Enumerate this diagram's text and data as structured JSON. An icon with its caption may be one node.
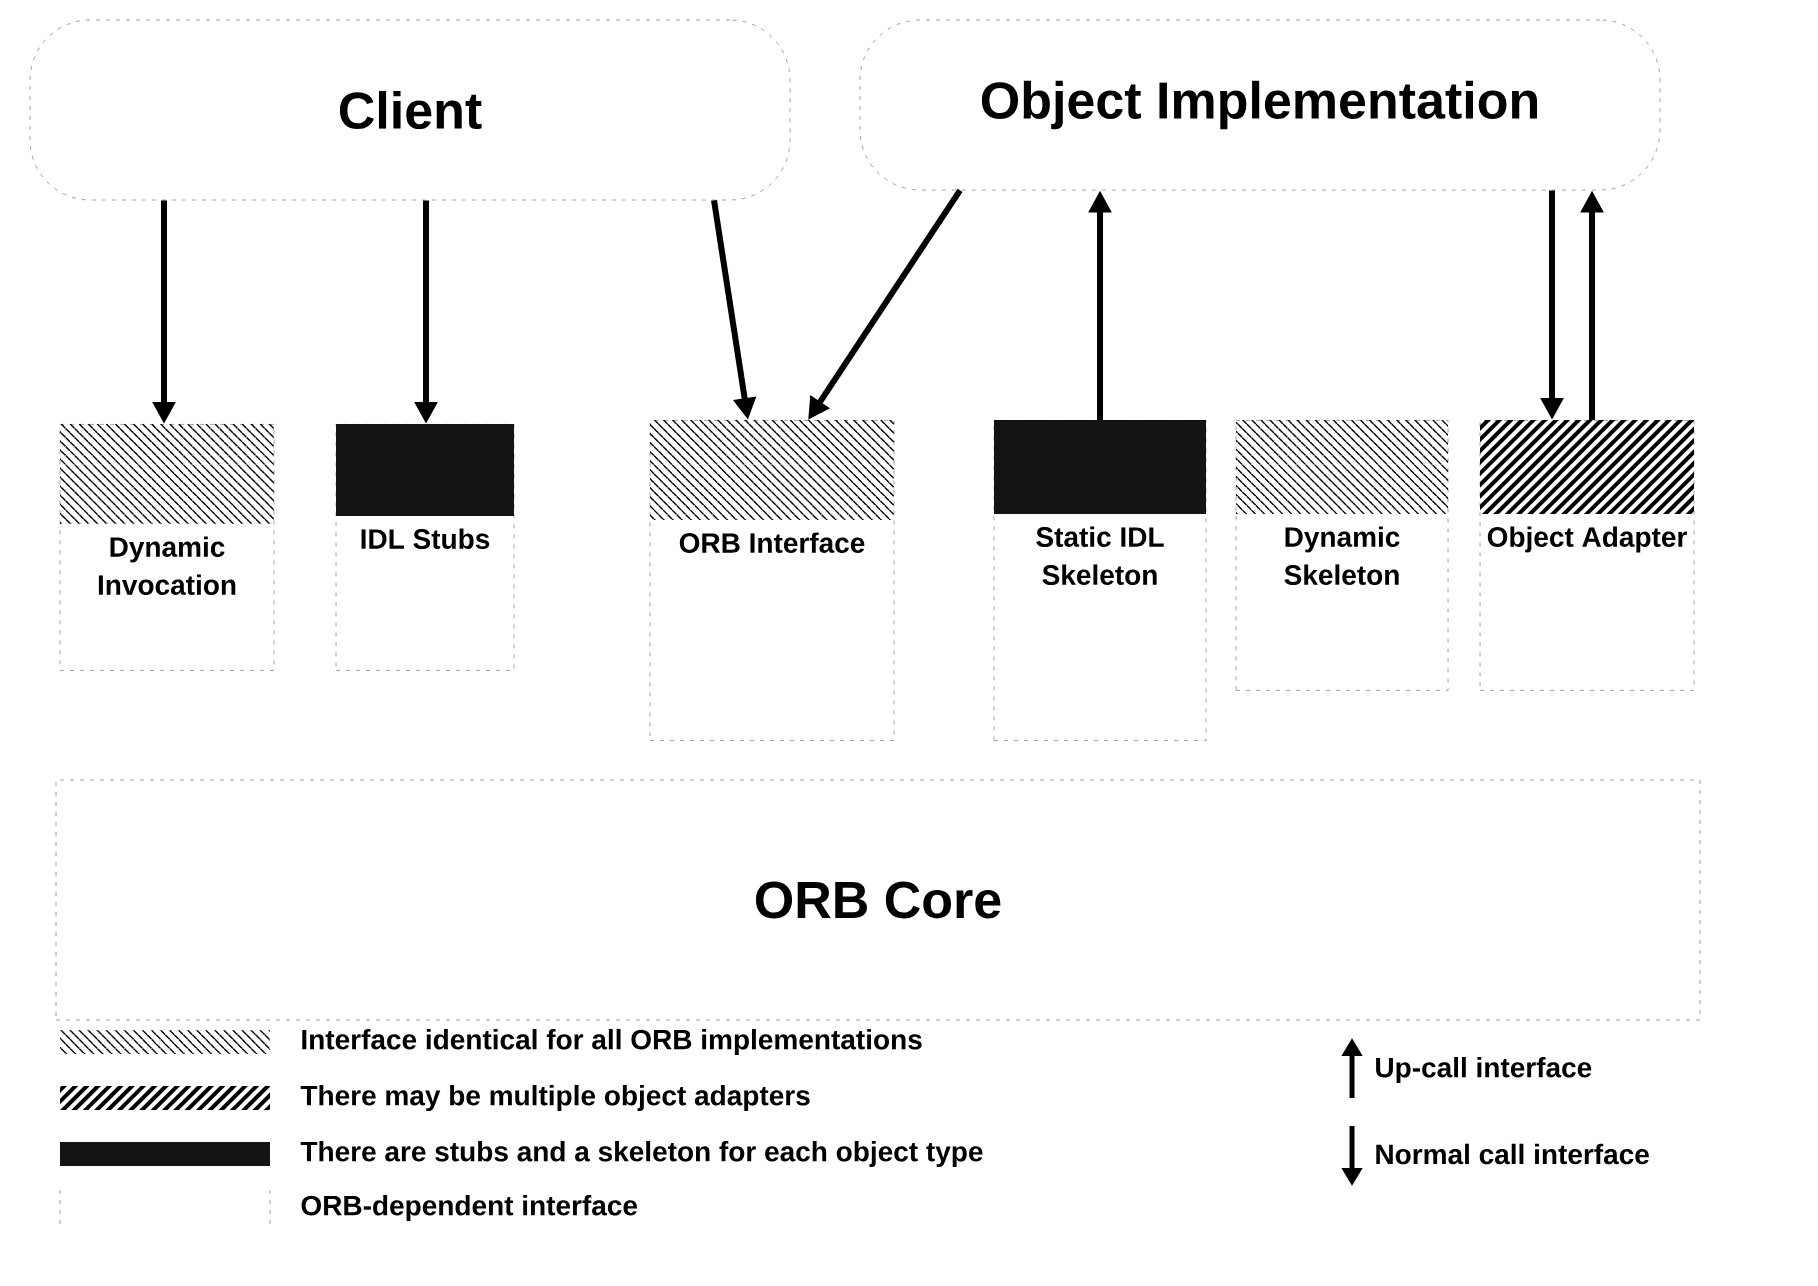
{
  "diagram": {
    "nodes": [
      {
        "text": [
          "Client"
        ]
      },
      {
        "text": [
          "Object Implementation"
        ]
      },
      {
        "text": [
          "Dynamic Invocation"
        ]
      },
      {
        "text": [
          "IDL Stubs"
        ]
      },
      {
        "text": [
          "ORB Interface"
        ]
      },
      {
        "text": [
          "Static IDL Skeleton"
        ]
      },
      {
        "text": [
          "Dynamic Skeleton"
        ]
      },
      {
        "text": [
          "Object Adapter"
        ]
      },
      {
        "text": [
          "ORB Core"
        ]
      }
    ],
    "edges": [
      {
        "from": 0,
        "to": 2,
        "arrow": "to"
      },
      {
        "from": 0,
        "to": 3,
        "arrow": "to"
      },
      {
        "from": 0,
        "to": 4,
        "arrow": "to"
      },
      {
        "from": 1,
        "to": 4,
        "arrow": "to"
      },
      {
        "from": 5,
        "to": 1,
        "arrow": "to"
      },
      {
        "from": 1,
        "to": 7,
        "arrow": "to"
      },
      {
        "from": 7,
        "to": 1,
        "arrow": "to"
      }
    ],
    "legend": [
      {
        "text": "Interface identical for all ORB implementations"
      },
      {
        "text": "There may be multiple object adapters"
      },
      {
        "text": "There are stubs and a skeleton for each object type"
      },
      {
        "text": "ORB-dependent interface"
      },
      {
        "text": "Up-call interface"
      },
      {
        "text": "Normal call interface"
      }
    ]
  }
}
